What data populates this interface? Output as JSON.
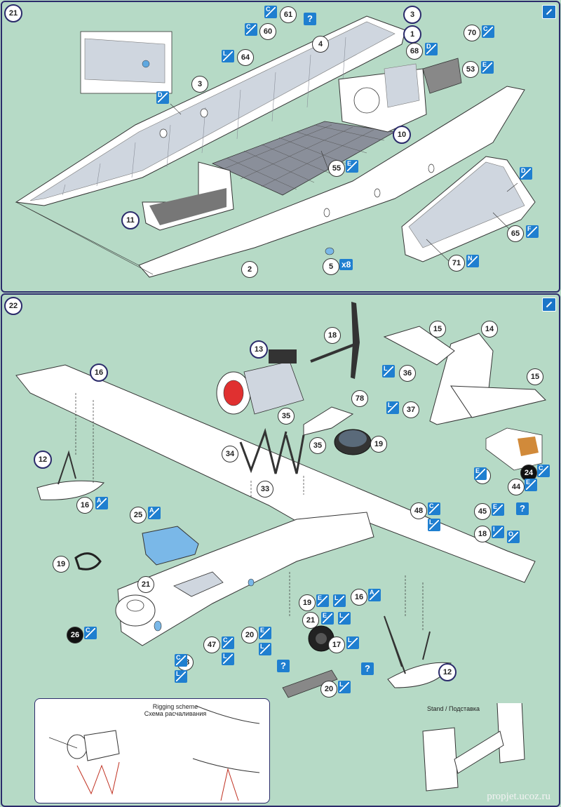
{
  "panels": [
    {
      "step": "21",
      "parts": [
        {
          "n": "3",
          "style": "bold"
        },
        {
          "n": "1",
          "style": "bold"
        },
        {
          "n": "61",
          "style": "plain"
        },
        {
          "n": "60",
          "style": "plain"
        },
        {
          "n": "4",
          "style": "plain"
        },
        {
          "n": "64",
          "style": "plain"
        },
        {
          "n": "68",
          "style": "plain"
        },
        {
          "n": "70",
          "style": "plain"
        },
        {
          "n": "53",
          "style": "plain"
        },
        {
          "n": "3",
          "style": "plain"
        },
        {
          "n": "10",
          "style": "bold"
        },
        {
          "n": "55",
          "style": "plain"
        },
        {
          "n": "11",
          "style": "bold"
        },
        {
          "n": "2",
          "style": "plain"
        },
        {
          "n": "5",
          "style": "plain"
        },
        {
          "n": "65",
          "style": "plain"
        },
        {
          "n": "71",
          "style": "plain"
        }
      ],
      "tags": [
        "C",
        "C",
        "L",
        "D",
        "D",
        "E",
        "E",
        "F",
        "N",
        "C"
      ],
      "multiplier": "x8"
    },
    {
      "step": "22",
      "parts": [
        {
          "n": "18"
        },
        {
          "n": "15"
        },
        {
          "n": "14"
        },
        {
          "n": "15"
        },
        {
          "n": "13"
        },
        {
          "n": "16"
        },
        {
          "n": "36"
        },
        {
          "n": "37"
        },
        {
          "n": "78"
        },
        {
          "n": "35"
        },
        {
          "n": "35"
        },
        {
          "n": "34"
        },
        {
          "n": "19"
        },
        {
          "n": "12"
        },
        {
          "n": "33"
        },
        {
          "n": "24"
        },
        {
          "n": "46"
        },
        {
          "n": "44"
        },
        {
          "n": "16"
        },
        {
          "n": "48"
        },
        {
          "n": "45"
        },
        {
          "n": "25"
        },
        {
          "n": "18"
        },
        {
          "n": "19"
        },
        {
          "n": "21"
        },
        {
          "n": "19"
        },
        {
          "n": "16"
        },
        {
          "n": "21"
        },
        {
          "n": "26"
        },
        {
          "n": "20"
        },
        {
          "n": "47"
        },
        {
          "n": "17"
        },
        {
          "n": "48"
        },
        {
          "n": "12"
        },
        {
          "n": "20"
        }
      ]
    }
  ],
  "rigging": {
    "title_en": "Rigging scheme",
    "title_ru": "Схема расчаливания"
  },
  "stand": {
    "label": "Stand / Подставка"
  },
  "qmark": "?",
  "watermark": "propjet.ucoz.ru",
  "colors": {
    "background": "#b6dac6",
    "frame": "#2b2b6b",
    "badge": "#1f7fd0",
    "model_white": "#ffffff",
    "interior": "#cfd6df"
  }
}
